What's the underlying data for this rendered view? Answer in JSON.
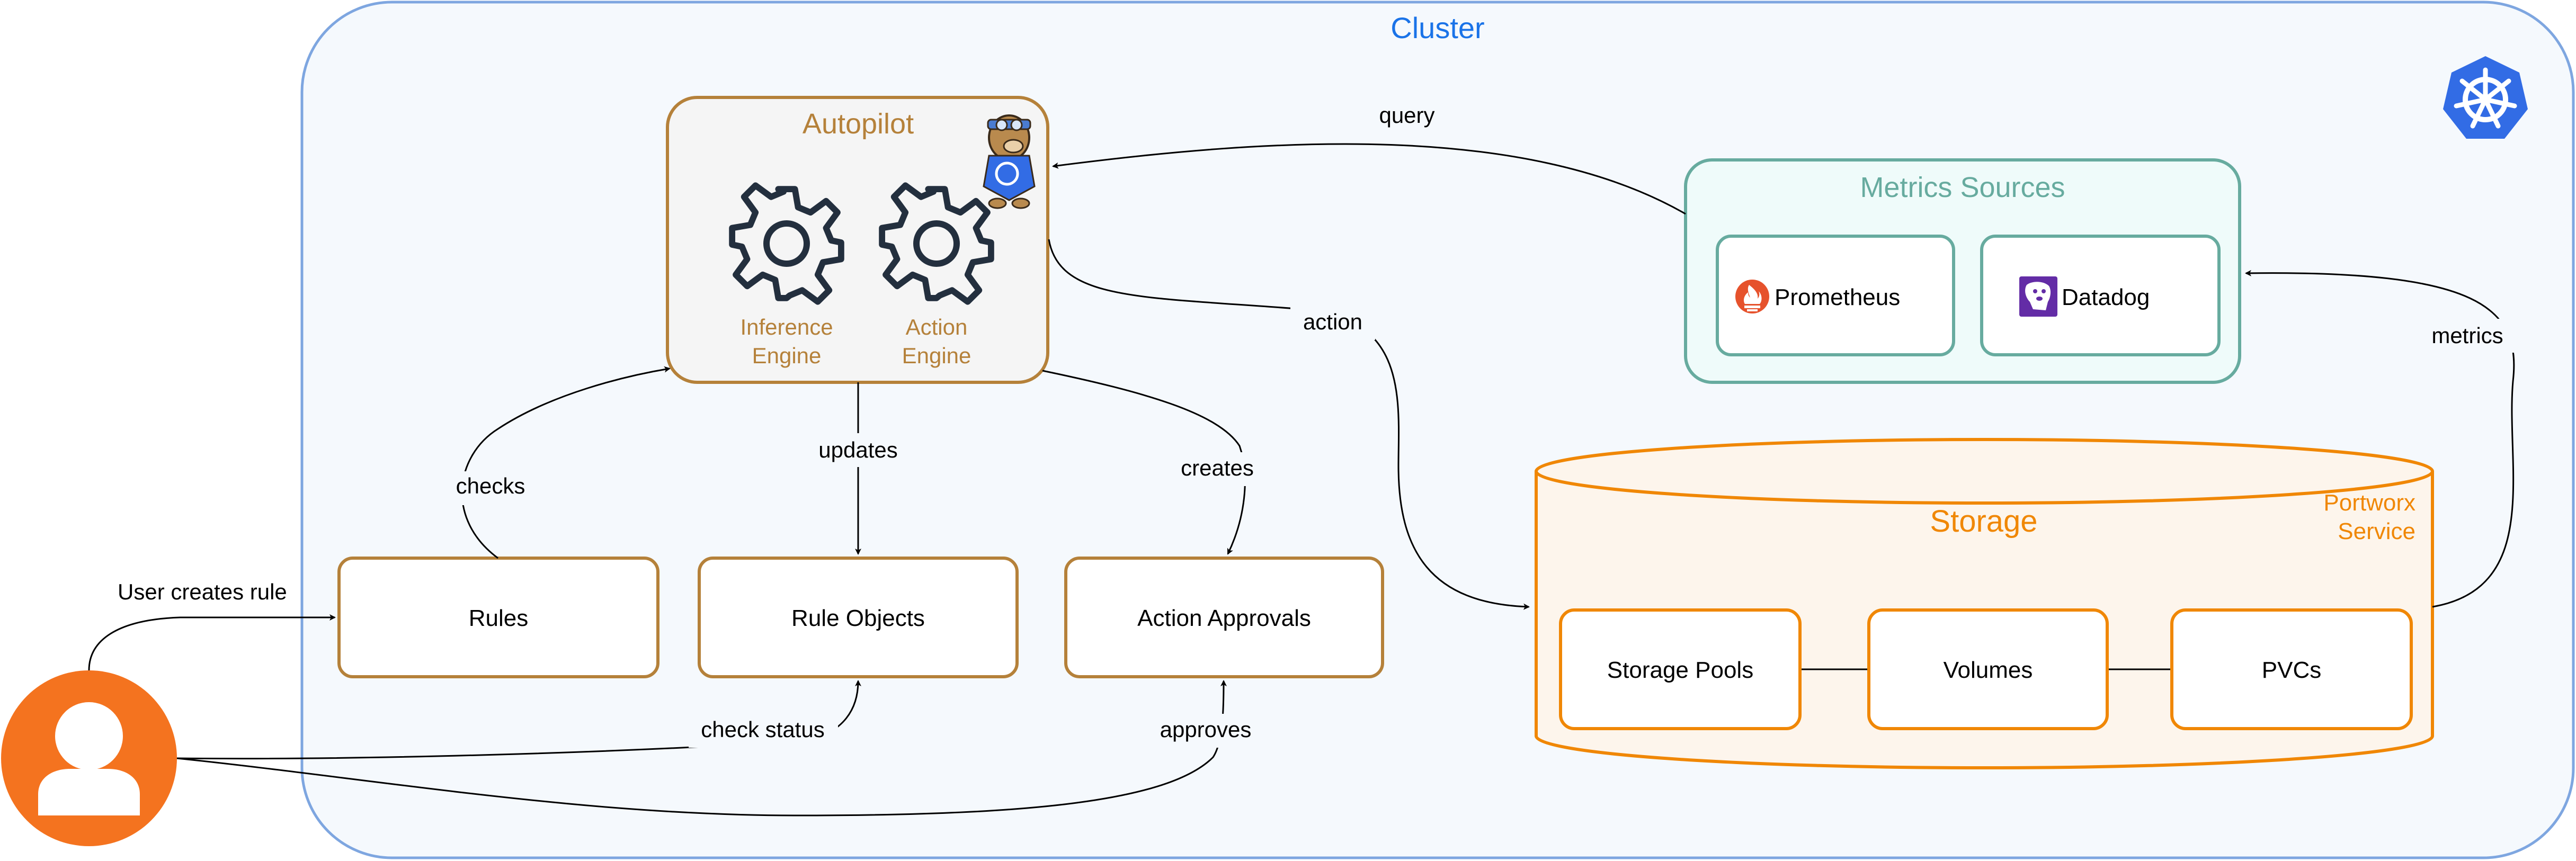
{
  "diagram": {
    "cluster": {
      "title": "Cluster",
      "k8s_logo": "kubernetes-helm-icon"
    },
    "autopilot": {
      "title": "Autopilot",
      "mascot": "autopilot-mascot-icon",
      "inference_engine": {
        "line1": "Inference",
        "line2": "Engine",
        "icon": "gear-icon"
      },
      "action_engine": {
        "line1": "Action",
        "line2": "Engine",
        "icon": "gear-icon"
      }
    },
    "metrics_sources": {
      "title": "Metrics Sources",
      "prometheus": {
        "label": "Prometheus",
        "icon": "prometheus-icon"
      },
      "datadog": {
        "label": "Datadog",
        "icon": "datadog-icon"
      }
    },
    "storage": {
      "title": "Storage",
      "service_line1": "Portworx",
      "service_line2": "Service",
      "storage_pools": "Storage Pools",
      "volumes": "Volumes",
      "pvcs": "PVCs"
    },
    "objects": {
      "rules": "Rules",
      "rule_objects": "Rule Objects",
      "action_approvals": "Action Approvals"
    },
    "user": {
      "icon": "user-icon"
    },
    "edges": {
      "query": "query",
      "action": "action",
      "metrics": "metrics",
      "checks": "checks",
      "updates": "updates",
      "creates": "creates",
      "user_creates_rule": "User creates rule",
      "check_status": "check status",
      "approves": "approves"
    },
    "colors": {
      "cluster_border": "#7EA6E0",
      "cluster_fill": "#F5F9FD",
      "cluster_title": "#1A73E8",
      "autopilot_border": "#B5813A",
      "autopilot_fill": "#F5F5F5",
      "autopilot_text": "#B5813A",
      "metrics_border": "#67AB9F",
      "metrics_fill": "#EFFBFA",
      "storage_orange": "#F08705",
      "storage_fill": "#FDF5EC",
      "user_orange": "#F4731F",
      "k8s_blue": "#326CE5",
      "gear_color": "#232F3E"
    }
  }
}
